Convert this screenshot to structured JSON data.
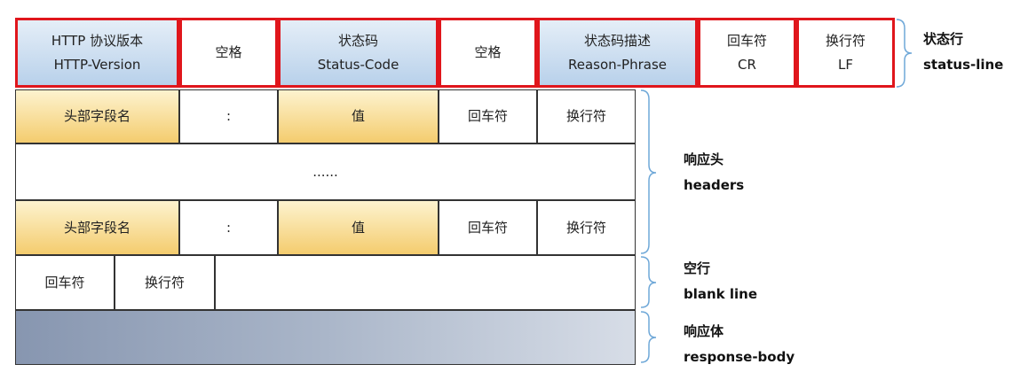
{
  "status_line": {
    "cells": [
      {
        "line1": "HTTP 协议版本",
        "line2": "HTTP-Version"
      },
      {
        "line1": "空格",
        "line2": ""
      },
      {
        "line1": "状态码",
        "line2": "Status-Code"
      },
      {
        "line1": "空格",
        "line2": ""
      },
      {
        "line1": "状态码描述",
        "line2": "Reason-Phrase"
      },
      {
        "line1": "回车符",
        "line2": "CR"
      },
      {
        "line1": "换行符",
        "line2": "LF"
      }
    ],
    "label_cn": "状态行",
    "label_en": "status-line"
  },
  "headers": {
    "row1": [
      "头部字段名",
      ":",
      "值",
      "回车符",
      "换行符"
    ],
    "ellipsis": "......",
    "row2": [
      "头部字段名",
      ":",
      "值",
      "回车符",
      "换行符"
    ],
    "label_cn": "响应头",
    "label_en": "headers"
  },
  "blank_line": {
    "cells": [
      "回车符",
      "换行符"
    ],
    "label_cn": "空行",
    "label_en": "blank line"
  },
  "response_body": {
    "label_cn": "响应体",
    "label_en": "response-body"
  },
  "colors": {
    "highlight_border": "#e0161c",
    "blue_fill": "#b7d0ea",
    "gold_fill": "#f4cc6e",
    "bracket": "#6fa8d8"
  }
}
